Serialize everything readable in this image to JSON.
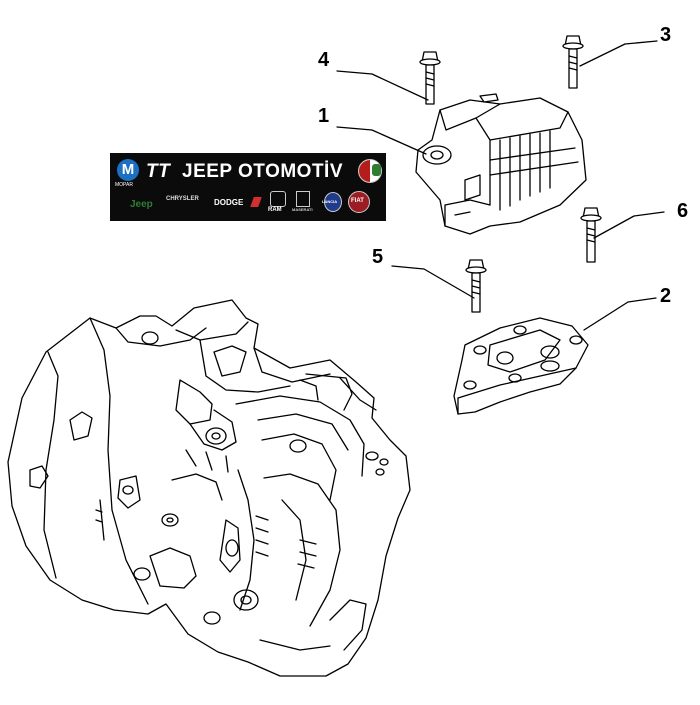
{
  "banner": {
    "tt_mark": "TT",
    "title": "JEEP OTOMOTİV",
    "mopar_label": "MOPAR",
    "brands": [
      "Jeep",
      "CHRYSLER",
      "DODGE",
      "RAM",
      "MASERATI",
      "LANCIA",
      "FIAT"
    ]
  },
  "callouts": [
    "1",
    "2",
    "3",
    "4",
    "5",
    "6"
  ],
  "colors": {
    "line": "#000000",
    "part_fill": "#ffffff",
    "banner_bg": "#0b0b0b",
    "mopar_blue": "#1d6fc4",
    "jeep_green": "#2e7d32",
    "dodge_red": "#d32f2f",
    "fiat_red": "#9c1c24",
    "lancia_blue": "#1f3b8c"
  }
}
